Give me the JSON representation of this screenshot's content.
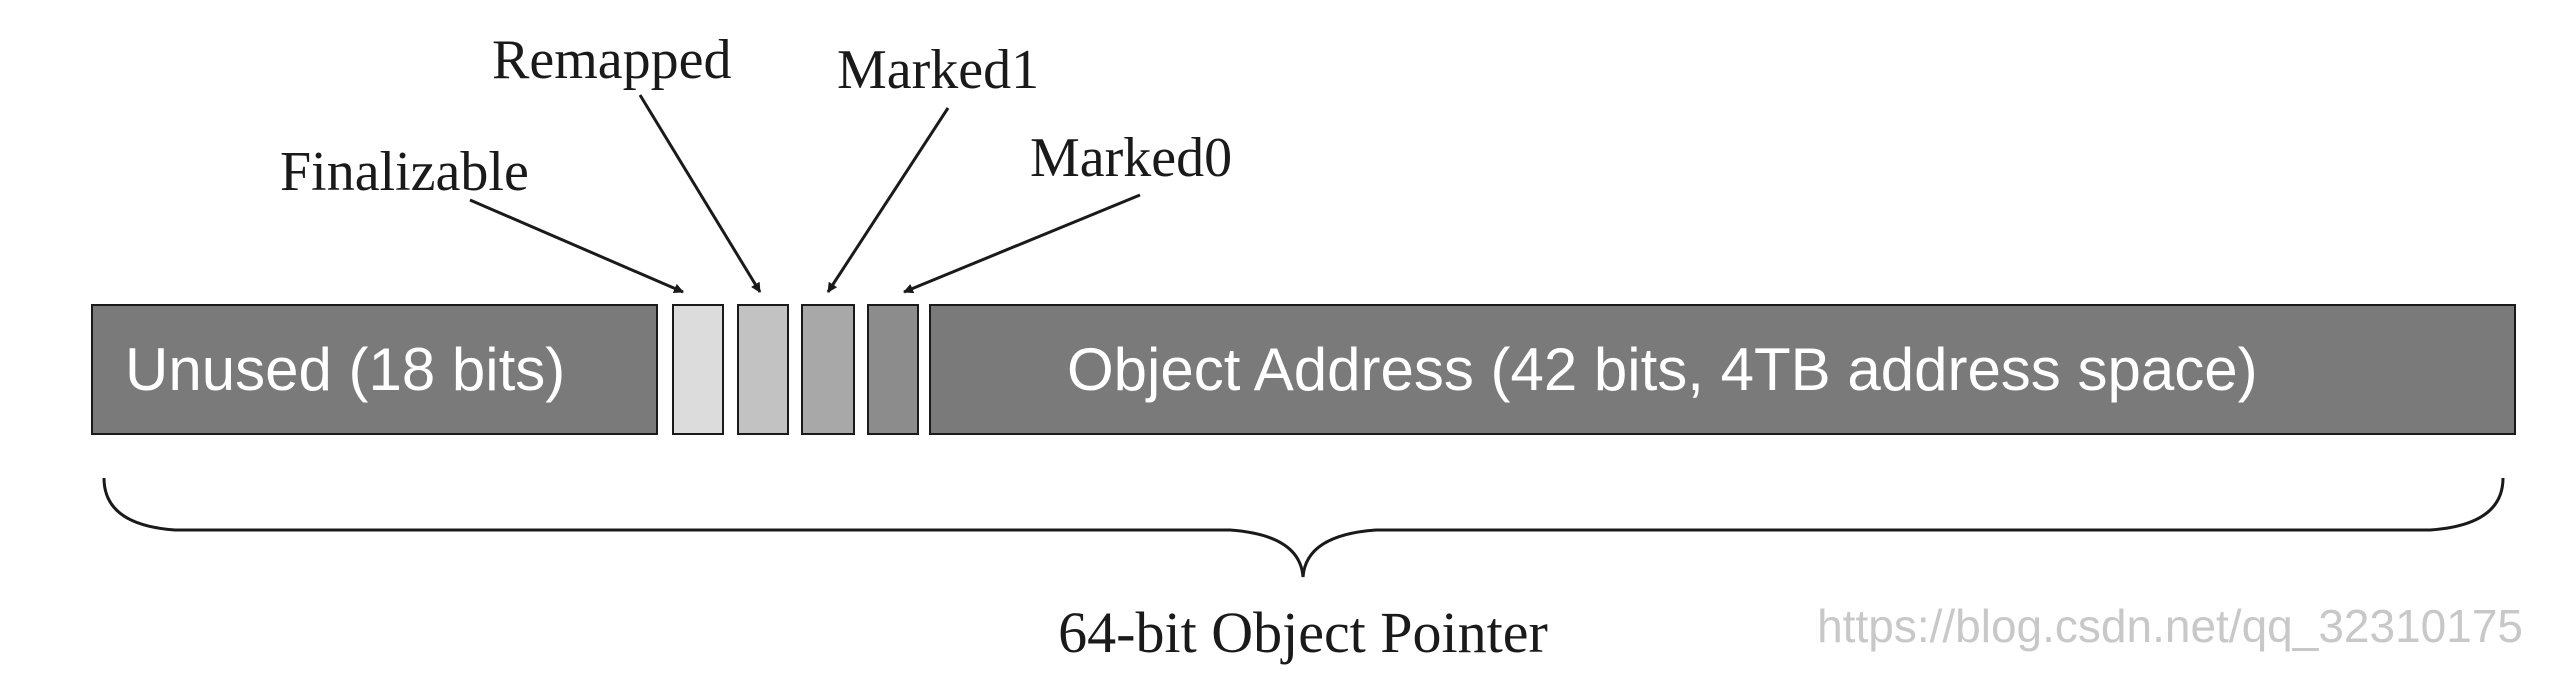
{
  "diagram": {
    "segments": {
      "unused": "Unused (18 bits)",
      "address": "Object Address (42 bits, 4TB address space)"
    },
    "flags": [
      {
        "label": "Finalizable",
        "fill": "#dcdcdc"
      },
      {
        "label": "Remapped",
        "fill": "#c2c2c2"
      },
      {
        "label": "Marked1",
        "fill": "#a8a8a8"
      },
      {
        "label": "Marked0",
        "fill": "#8c8c8c"
      }
    ],
    "brace_label": "64-bit Object Pointer",
    "watermark": "https://blog.csdn.net/qq_32310175"
  },
  "colors": {
    "segment_fill": "#7a7a7a",
    "segment_text": "#ffffff",
    "stroke": "#1a1a1a",
    "watermark": "#c8c8c8"
  }
}
